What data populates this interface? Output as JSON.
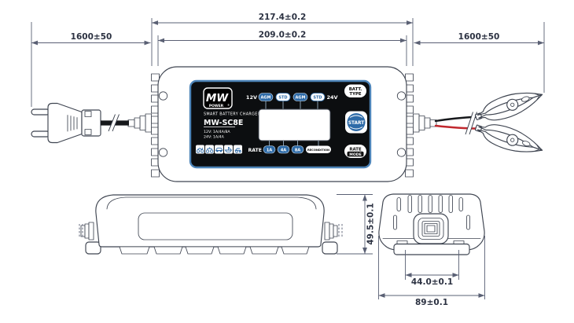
{
  "meta": {
    "title": "MW-SC8E smart battery charger - dimensional outline drawing"
  },
  "dimensions": {
    "overall_width": "217.4±0.2",
    "body_width": "209.0±0.2",
    "input_cable_length": "1600±50",
    "output_cable_length": "1600±50",
    "height": "49.5±0.1",
    "foot_spacing": "44.0±0.1",
    "depth": "89±0.1"
  },
  "panel": {
    "logo": {
      "mw": "MW",
      "power": "POWER",
      "reg": "®"
    },
    "subtitle": "SMART BATTERY CHARGER",
    "model": "MW-SC8E",
    "specs": {
      "line1": "12V: 1A/4A/8A",
      "line2": "24V: 1A/4A"
    },
    "battery_row": {
      "left": "12V",
      "pills": [
        "AGM",
        "STD",
        "AGM",
        "STD"
      ],
      "right": "24V"
    },
    "rate_row": {
      "label": "RATE",
      "pills": [
        "1A",
        "4A",
        "8A"
      ],
      "recondition": "RECONDITION"
    },
    "buttons": {
      "batt_type": {
        "line1": "BATT.",
        "line2": "TYPE"
      },
      "start": "START",
      "rate_mode": {
        "line1": "RATE",
        "line2": "MODE"
      }
    },
    "vehicle_icons": [
      "motorcycle-icon",
      "atv-icon",
      "car-icon",
      "boat-icon",
      "mower-icon"
    ]
  },
  "colors": {
    "accent_blue": "#2e6ba8",
    "panel_border_blue": "#4d84b8",
    "panel_black": "#0c0e10",
    "wire_red": "#c1272d",
    "wire_black": "#16181b",
    "drawing_line": "#3e4450"
  }
}
